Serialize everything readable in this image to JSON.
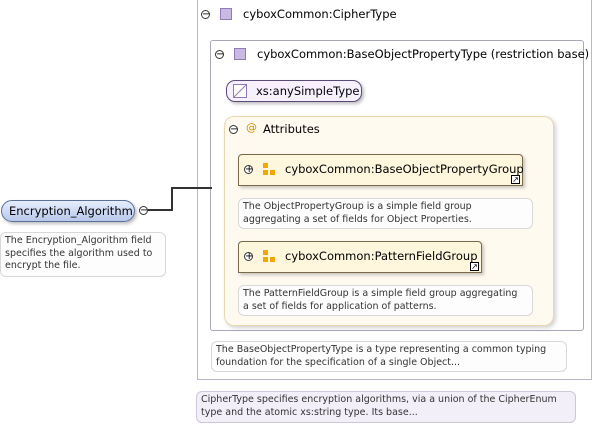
{
  "root_element": {
    "name": "Encryption_Algorithm",
    "doc": [
      "The Encryption_Algorithm field",
      "specifies the algorithm used to",
      "encrypt the file."
    ]
  },
  "cipher_type": {
    "name": "cyboxCommon:CipherType",
    "doc": [
      "CipherType specifies encryption algorithms, via a union of the CipherEnum",
      "type and the atomic xs:string type. Its base..."
    ]
  },
  "base_object_property_type": {
    "name": "cyboxCommon:BaseObjectPropertyType (restriction base)",
    "doc": [
      "The BaseObjectPropertyType is a type representing a common typing",
      "foundation for the specification of a single Object..."
    ]
  },
  "simple_type": {
    "name": "xs:anySimpleType"
  },
  "attributes": {
    "label": "Attributes",
    "at_symbol": "@",
    "groups": [
      {
        "name": "cyboxCommon:BaseObjectPropertyGroup",
        "doc": [
          "The ObjectPropertyGroup is a simple field group",
          "aggregating a set of fields for Object Properties."
        ]
      },
      {
        "name": "cyboxCommon:PatternFieldGroup",
        "doc": [
          "The PatternFieldGroup is a simple field group aggregating",
          "a set of fields for application of patterns."
        ]
      }
    ]
  },
  "symbols": {
    "collapse": "−",
    "expand": "+",
    "link": "↗"
  },
  "colors": {
    "element_fill": "#c8d6f2",
    "type_icon": "#c9b9e3",
    "attribute_box": "#fffaf0",
    "group_fill": "#fff6de",
    "group_icon": "#f0a800"
  }
}
